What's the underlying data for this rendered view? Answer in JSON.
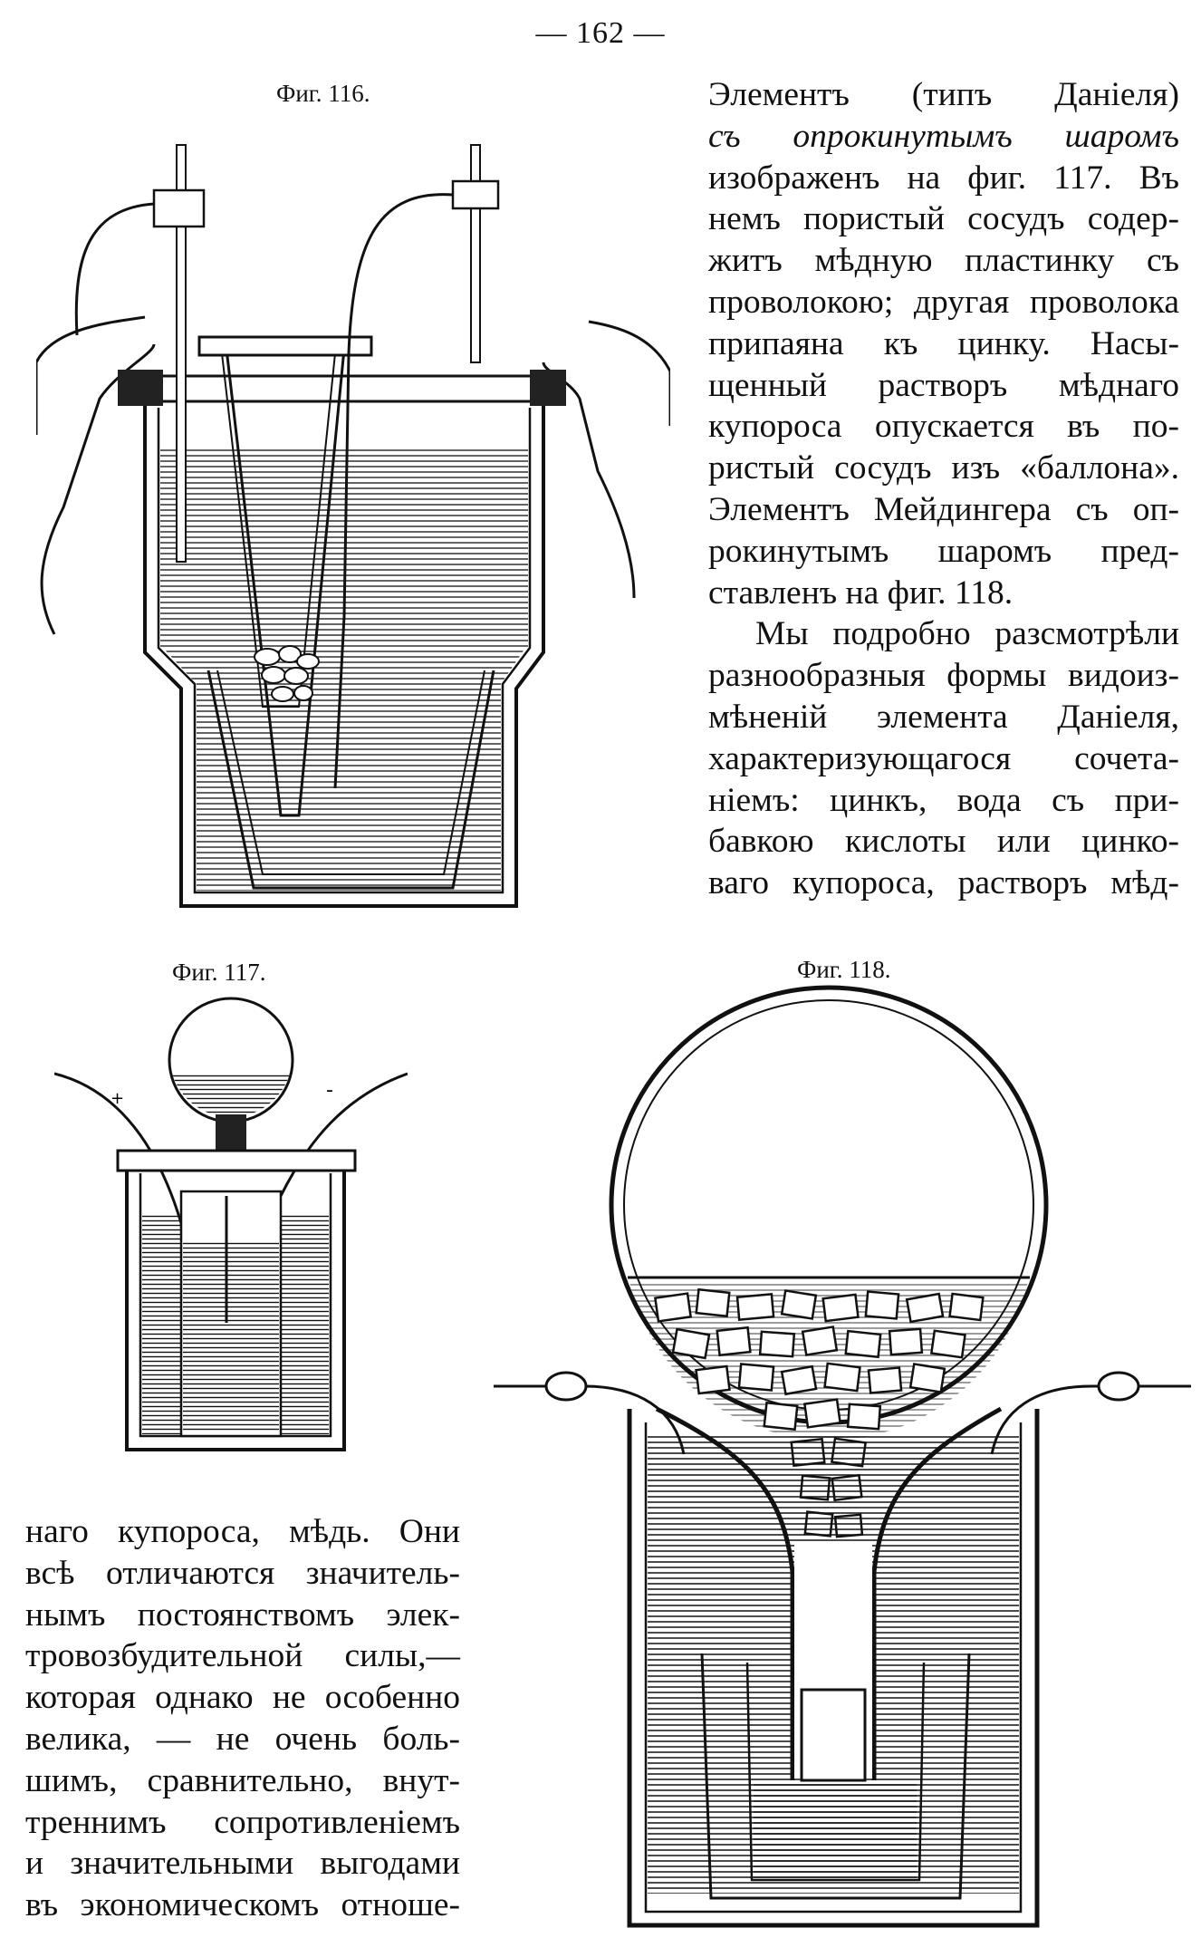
{
  "page": {
    "number": "— 162 —"
  },
  "figures": {
    "fig116": {
      "caption": "Фиг. 116."
    },
    "fig117": {
      "caption": "Фиг. 117.",
      "plus_sign": "+",
      "minus_sign": "-"
    },
    "fig118": {
      "caption": "Фиг. 118."
    }
  },
  "right_column": {
    "lines": [
      "Элементъ (типъ Даніеля)",
      "съ опрокинутымъ шаромъ",
      "изображенъ на фиг. 117. Въ",
      "немъ пористый сосудъ содер-",
      "житъ мѣдную пластинку съ",
      "проволокою; другая проволока",
      "припаяна къ цинку. Насы-",
      "щенный растворъ мѣднаго",
      "купороса опускается въ по-",
      "ристый сосудъ изъ «баллона».",
      "Элементъ Мейдингера съ оп-",
      "рокинутымъ шаромъ пред-",
      "ставленъ на фиг. 118.",
      "Мы подробно разсмотрѣли",
      "разнообразныя формы видоиз-",
      "мѣненій элемента Даніеля,",
      "характеризующагося сочета-",
      "ніемъ: цинкъ, вода съ при-",
      "бавкою кислоты или цинко-",
      "ваго купороса, растворъ мѣд-"
    ]
  },
  "bottom_column": {
    "lines": [
      "наго купороса, мѣдь. Они",
      "всѣ отличаются значитель-",
      "нымъ постоянствомъ элек-",
      "тровозбудительной силы,—",
      "которая однако не особенно",
      "велика, — не очень боль-",
      "шимъ, сравнительно, внут-",
      "треннимъ сопротивленіемъ",
      "и значительными выгодами",
      "въ экономическомъ отноше-"
    ]
  }
}
